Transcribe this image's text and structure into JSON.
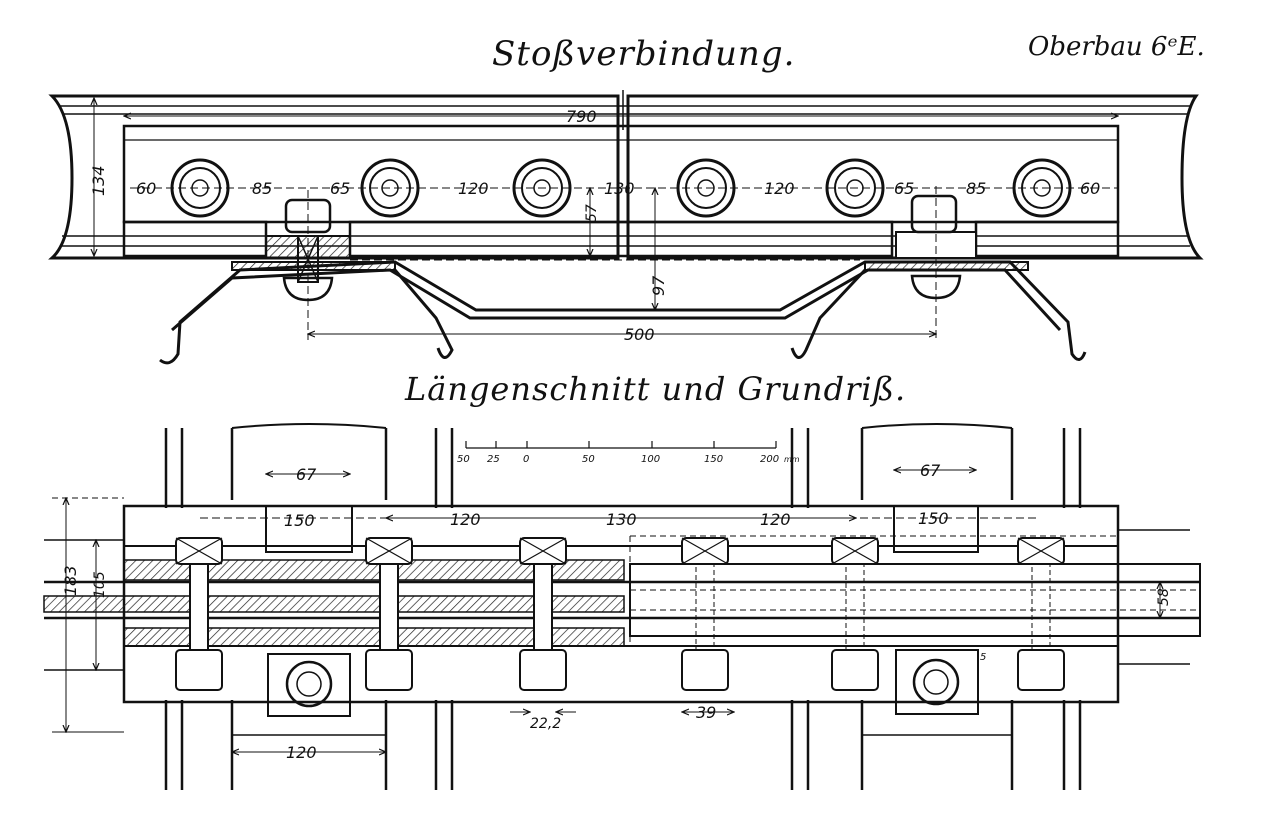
{
  "titles": {
    "top": "Stoßverbindung.",
    "corner": "Oberbau 6ᵉE.",
    "middle": "Längenschnitt und Grundriß."
  },
  "top_view": {
    "overall": "790",
    "height": "134",
    "bolt_spacing": [
      "60",
      "85",
      "65",
      "120",
      "130",
      "120",
      "65",
      "85",
      "60"
    ],
    "vertical_small": "57",
    "vertical_large": "97",
    "span": "500"
  },
  "bottom_view": {
    "left_tie": "67",
    "right_tie": "67",
    "left_plate": "150",
    "right_plate": "150",
    "spacing": [
      "120",
      "130",
      "120"
    ],
    "total_height": "183",
    "inner_height": "105",
    "rail_height": "58",
    "bolt_dia": "22,2",
    "nut_width": "39",
    "tie_width": "120",
    "small": "5"
  },
  "scale": {
    "labels": [
      "50",
      "25",
      "0",
      "50",
      "100",
      "150",
      "200"
    ],
    "unit": "mm"
  }
}
